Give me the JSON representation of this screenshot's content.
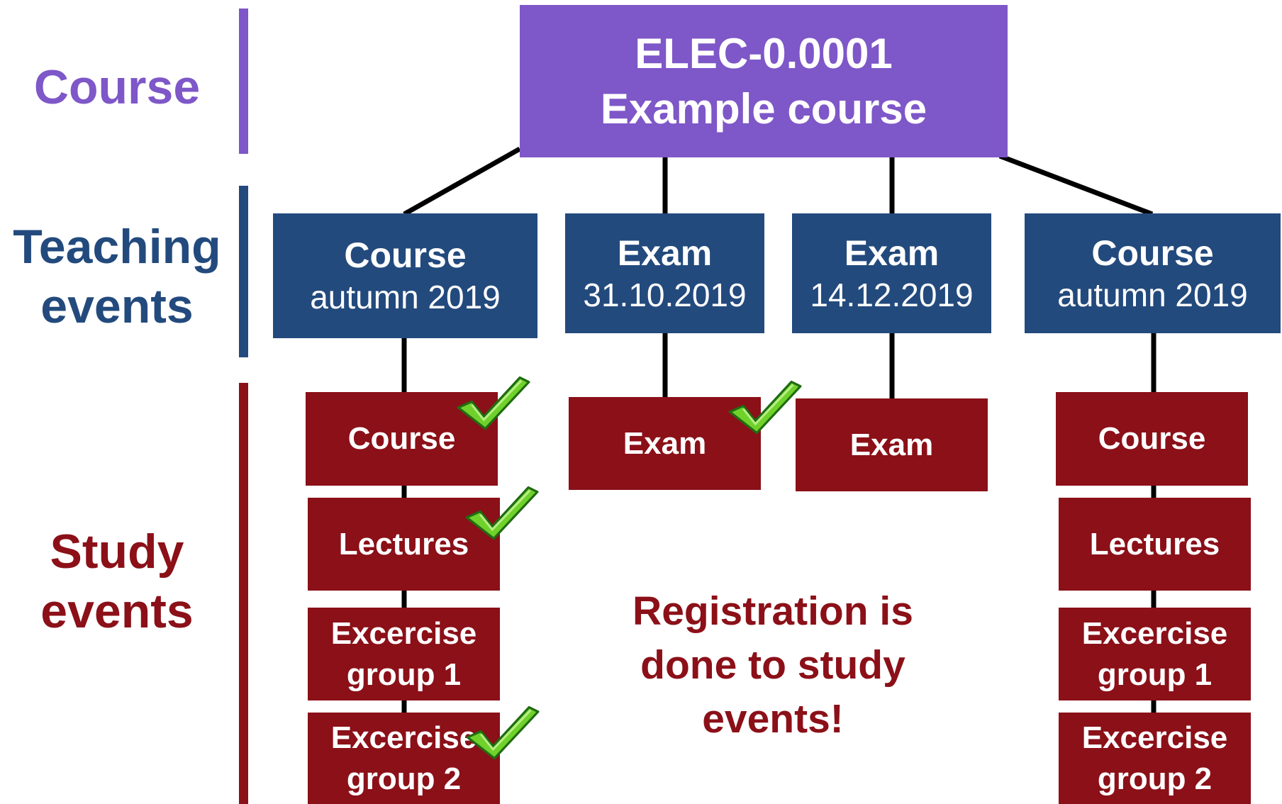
{
  "levels": {
    "course": {
      "label": "Course",
      "color": "#7e57c8"
    },
    "teaching": {
      "label_line1": "Teaching",
      "label_line2": "events",
      "color": "#234a7d"
    },
    "study": {
      "label_line1": "Study",
      "label_line2": "events",
      "color": "#8b1018"
    }
  },
  "course": {
    "code": "ELEC-0.0001",
    "name": "Example course"
  },
  "teaching_events": [
    {
      "type": "Course",
      "detail": "autumn 2019"
    },
    {
      "type": "Exam",
      "detail": "31.10.2019"
    },
    {
      "type": "Exam",
      "detail": "14.12.2019"
    },
    {
      "type": "Course",
      "detail": "autumn 2019"
    }
  ],
  "study_events": {
    "col1": [
      {
        "line1": "Course",
        "line2": "",
        "checked": true
      },
      {
        "line1": "Lectures",
        "line2": "",
        "checked": true
      },
      {
        "line1": "Excercise",
        "line2": "group 1",
        "checked": false
      },
      {
        "line1": "Excercise",
        "line2": "group 2",
        "checked": true
      }
    ],
    "col2": [
      {
        "line1": "Exam",
        "line2": "",
        "checked": true
      }
    ],
    "col3": [
      {
        "line1": "Exam",
        "line2": "",
        "checked": false
      }
    ],
    "col4": [
      {
        "line1": "Course",
        "line2": "",
        "checked": false
      },
      {
        "line1": "Lectures",
        "line2": "",
        "checked": false
      },
      {
        "line1": "Excercise",
        "line2": "group 1",
        "checked": false
      },
      {
        "line1": "Excercise",
        "line2": "group 2",
        "checked": false
      }
    ]
  },
  "note": {
    "line1": "Registration is",
    "line2": "done to study",
    "line3": "events!"
  },
  "icons": {
    "selected": "green-checkmark-icon"
  }
}
